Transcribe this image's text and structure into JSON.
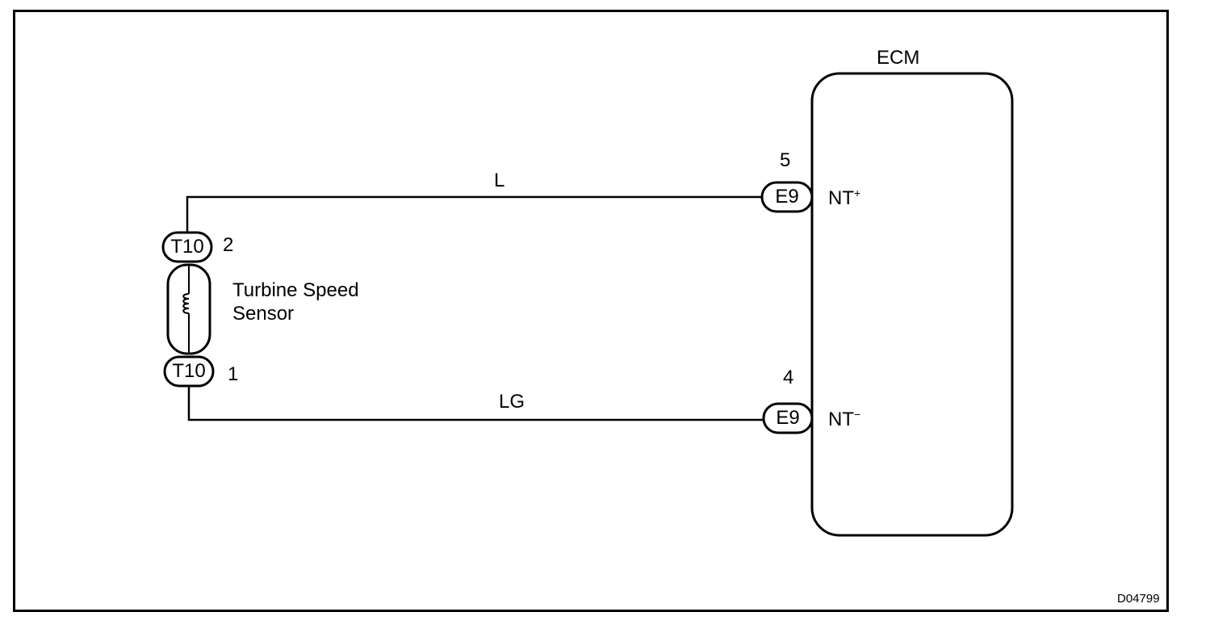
{
  "ecm": {
    "title": "ECM",
    "pins": [
      {
        "number": "5",
        "connector": "E9",
        "terminal": "NT",
        "polarity": "+"
      },
      {
        "number": "4",
        "connector": "E9",
        "terminal": "NT",
        "polarity": "−"
      }
    ]
  },
  "sensor": {
    "name_line1": "Turbine Speed",
    "name_line2": "Sensor",
    "pins": [
      {
        "number": "2",
        "connector": "T10"
      },
      {
        "number": "1",
        "connector": "T10"
      }
    ]
  },
  "wires": [
    {
      "color": "L"
    },
    {
      "color": "LG"
    }
  ],
  "figure_code": "D04799"
}
